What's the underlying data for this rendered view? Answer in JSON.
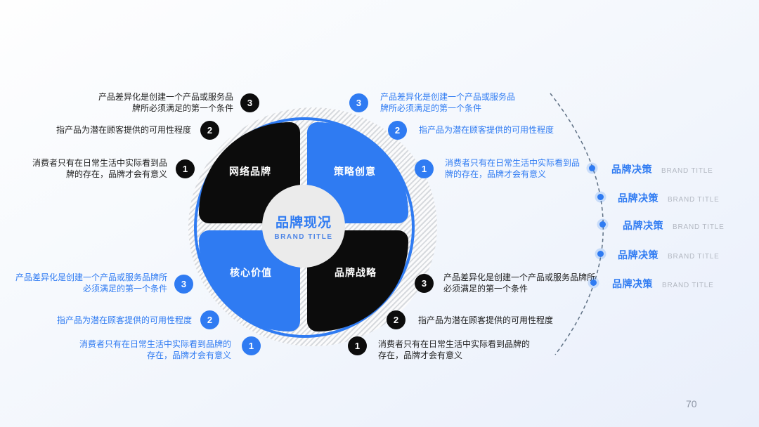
{
  "colors": {
    "accent_blue": "#2F7BF2",
    "dark": "#0C0C0C",
    "center_fill": "#EBEBEB",
    "side_subtitle_gray": "#B3B8C2",
    "arc_dash": "#44586E"
  },
  "wheel": {
    "title": "品牌现况",
    "subtitle": "BRAND TITLE",
    "quadrants": [
      {
        "id": "top-left",
        "label": "网络品牌",
        "style": "dark"
      },
      {
        "id": "top-right",
        "label": "策略创意",
        "style": "blue"
      },
      {
        "id": "bottom-left",
        "label": "核心价值",
        "style": "blue"
      },
      {
        "id": "bottom-right",
        "label": "品牌战略",
        "style": "dark"
      }
    ]
  },
  "annotations": {
    "top_left": {
      "theme": "black",
      "items": [
        {
          "num": "3",
          "text": "产品差异化是创建一个产品或服务品牌所必须满足的第一个条件"
        },
        {
          "num": "2",
          "text": "指产品为潜在顾客提供的可用性程度"
        },
        {
          "num": "1",
          "text": "消费者只有在日常生活中实际看到品牌的存在，品牌才会有意义"
        }
      ]
    },
    "top_right": {
      "theme": "blue",
      "items": [
        {
          "num": "3",
          "text": "产品差异化是创建一个产品或服务品牌所必须满足的第一个条件"
        },
        {
          "num": "2",
          "text": "指产品为潜在顾客提供的可用性程度"
        },
        {
          "num": "1",
          "text": "消费者只有在日常生活中实际看到品牌的存在，品牌才会有意义"
        }
      ]
    },
    "bottom_left": {
      "theme": "blue",
      "items": [
        {
          "num": "3",
          "text": "产品差异化是创建一个产品或服务品牌所必须满足的第一个条件"
        },
        {
          "num": "2",
          "text": "指产品为潜在顾客提供的可用性程度"
        },
        {
          "num": "1",
          "text": "消费者只有在日常生活中实际看到品牌的存在，品牌才会有意义"
        }
      ]
    },
    "bottom_right": {
      "theme": "black",
      "items": [
        {
          "num": "3",
          "text": "产品差异化是创建一个产品或服务品牌所必须满足的第一个条件"
        },
        {
          "num": "2",
          "text": "指产品为潜在顾客提供的可用性程度"
        },
        {
          "num": "1",
          "text": "消费者只有在日常生活中实际看到品牌的存在，品牌才会有意义"
        }
      ]
    }
  },
  "side_list": {
    "items": [
      {
        "title": "品牌决策",
        "subtitle": "BRAND TITLE"
      },
      {
        "title": "品牌决策",
        "subtitle": "BRAND TITLE"
      },
      {
        "title": "品牌决策",
        "subtitle": "BRAND TITLE"
      },
      {
        "title": "品牌决策",
        "subtitle": "BRAND TITLE"
      },
      {
        "title": "品牌决策",
        "subtitle": "BRAND TITLE"
      }
    ]
  },
  "page": {
    "number": "70"
  }
}
